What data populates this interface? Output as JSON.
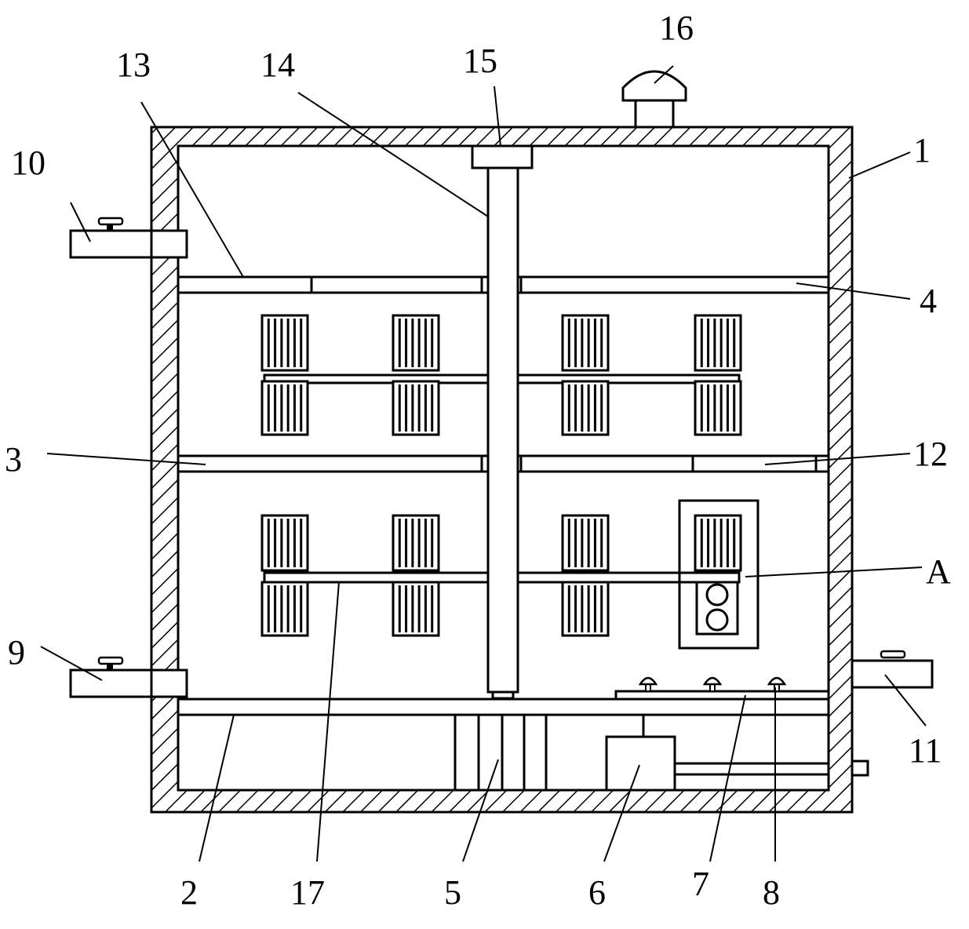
{
  "diagram": {
    "labels": {
      "l1": "1",
      "l2": "2",
      "l3": "3",
      "l4": "4",
      "l5": "5",
      "l6": "6",
      "l7": "7",
      "l8": "8",
      "l9": "9",
      "l10": "10",
      "l11": "11",
      "l12": "12",
      "l13": "13",
      "l14": "14",
      "l15": "15",
      "l16": "16",
      "l17": "17",
      "lA": "A"
    }
  }
}
